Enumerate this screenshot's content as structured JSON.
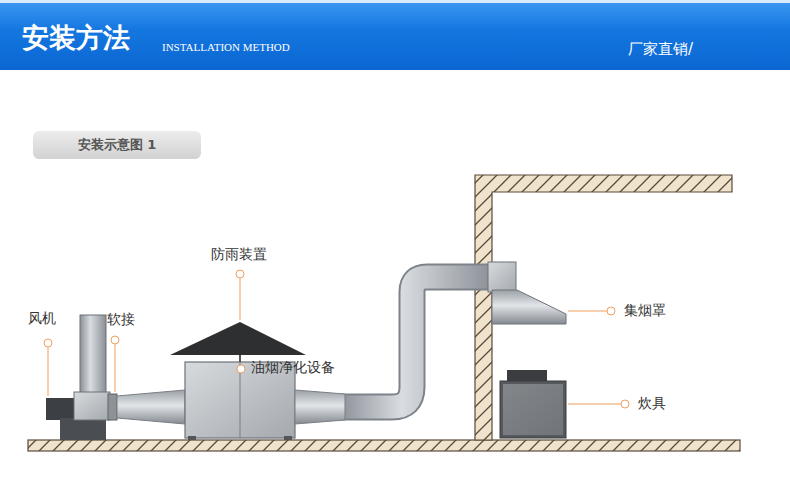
{
  "diagram": {
    "title": "安装方法",
    "nodes": [
      {
        "text": [
          "安装示意图 1"
        ]
      }
    ],
    "labels": [
      "INSTALLATION METHOD",
      "厂家直销/",
      "风机",
      "软接",
      "防雨装置",
      "油烟净化设备",
      "集烟罩",
      "炊具"
    ]
  }
}
